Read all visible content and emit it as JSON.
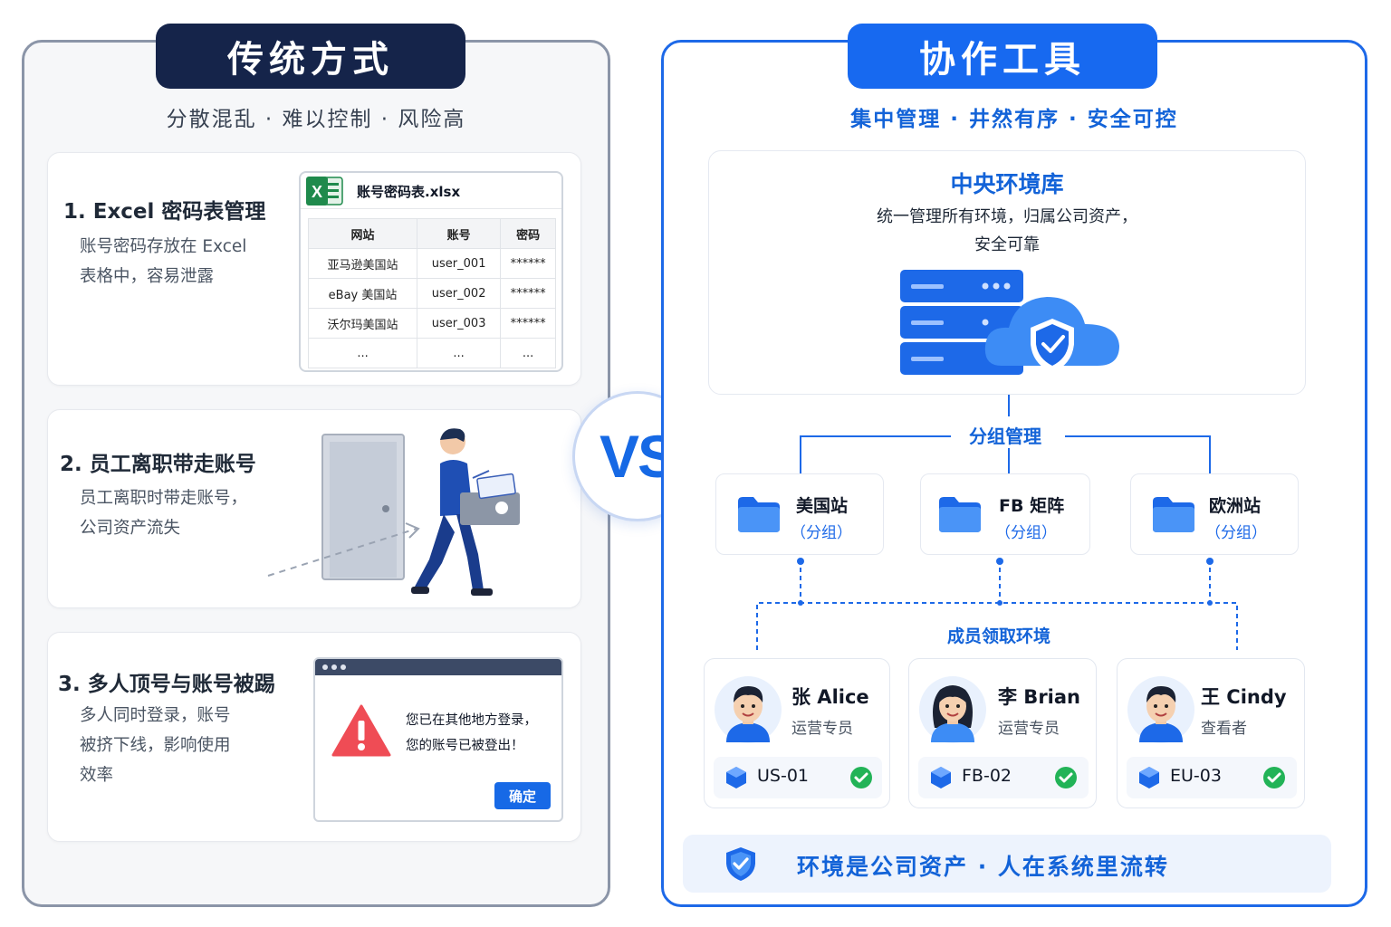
{
  "left": {
    "title": "传统方式",
    "subtitle": "分散混乱 · 难以控制 · 风险高",
    "items": [
      {
        "title": "1. Excel 密码表管理",
        "desc_line1": "账号密码存放在 Excel",
        "desc_line2": "表格中，容易泄露"
      },
      {
        "title": "2. 员工离职带走账号",
        "desc_line1": "员工离职时带走账号，",
        "desc_line2": "公司资产流失"
      },
      {
        "title": "3. 多人顶号与账号被踢",
        "desc_line1": "多人同时登录，账号",
        "desc_line2": "被挤下线，影响使用",
        "desc_line3": "效率"
      }
    ],
    "excel": {
      "filename": "账号密码表.xlsx",
      "headers": [
        "网站",
        "账号",
        "密码"
      ],
      "rows": [
        [
          "亚马逊美国站",
          "user_001",
          "******"
        ],
        [
          "eBay 美国站",
          "user_002",
          "******"
        ],
        [
          "沃尔玛美国站",
          "user_003",
          "******"
        ],
        [
          "...",
          "...",
          "..."
        ]
      ]
    },
    "dialog": {
      "message_line1": "您已在其他地方登录，",
      "message_line2": "您的账号已被登出！",
      "button": "确定"
    }
  },
  "vs": "VS",
  "right": {
    "title": "协作工具",
    "subtitle": "集中管理 · 井然有序 · 安全可控",
    "central": {
      "title": "中央环境库",
      "desc_line1": "统一管理所有环境，归属公司资产，",
      "desc_line2": "安全可靠"
    },
    "group_label": "分组管理",
    "groups": [
      {
        "name": "美国站",
        "sub": "（分组）"
      },
      {
        "name": "FB 矩阵",
        "sub": "（分组）"
      },
      {
        "name": "欧洲站",
        "sub": "（分组）"
      }
    ],
    "member_label": "成员领取环境",
    "members": [
      {
        "name": "张 Alice",
        "role": "运营专员",
        "env": "US-01"
      },
      {
        "name": "李 Brian",
        "role": "运营专员",
        "env": "FB-02"
      },
      {
        "name": "王 Cindy",
        "role": "查看者",
        "env": "EU-03"
      }
    ],
    "footer": "环境是公司资产 · 人在系统里流转"
  },
  "colors": {
    "navy": "#15244a",
    "brand_blue": "#1769f0",
    "accent_blue": "#1363d8",
    "success_green": "#22b357",
    "danger_red": "#ef4c55"
  }
}
